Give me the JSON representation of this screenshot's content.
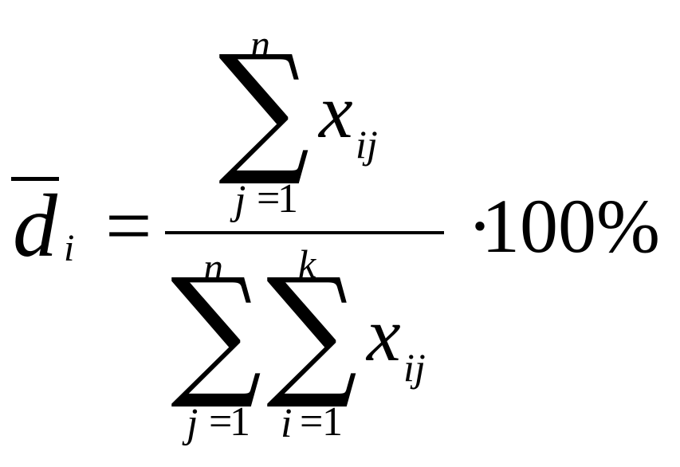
{
  "formula": {
    "lhs": {
      "variable": "d",
      "subscript": "i"
    },
    "equals": "=",
    "numerator": {
      "sum_symbol": "∑",
      "upper_limit": "n",
      "lower_index": "j",
      "lower_equals": "=",
      "lower_value": "1",
      "term_var": "x",
      "term_sub": "ij"
    },
    "denominator": {
      "sum1": {
        "sum_symbol": "∑",
        "upper_limit": "n",
        "lower_index": "j",
        "lower_equals": "=",
        "lower_value": "1"
      },
      "sum2": {
        "sum_symbol": "∑",
        "upper_limit": "k",
        "lower_index": "i",
        "lower_equals": "=",
        "lower_value": "1"
      },
      "term_var": "x",
      "term_sub": "ij"
    },
    "multiply": "·",
    "factor": "100%"
  }
}
